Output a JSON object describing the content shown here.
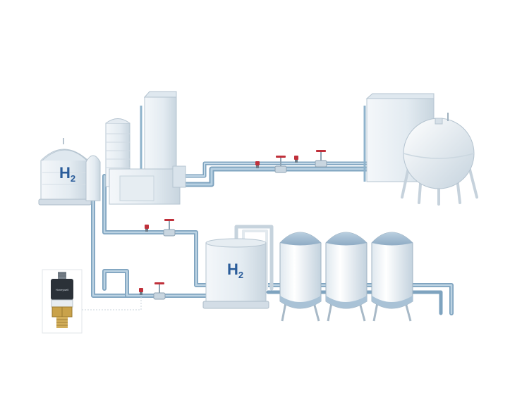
{
  "labels": {
    "tank_left": "H",
    "tank_left_sub": "2",
    "tank_center": "H",
    "tank_center_sub": "2"
  },
  "sensor_brand": "Honeywell",
  "icons": [
    "storage-tank-icon",
    "pressure-sensor-icon",
    "valve-icon",
    "pipe-icon",
    "spherical-tank-icon",
    "cylinder-tank-icon"
  ],
  "colors": {
    "pipe": "#8fb3cc",
    "pipe_dark": "#6f97b3",
    "tank_body": "#e8eef3",
    "tank_shade": "#c9d6e0",
    "cylinder_top": "#a9c2d6",
    "valve_red": "#c0303a",
    "h2_text": "#2a5c9a"
  }
}
